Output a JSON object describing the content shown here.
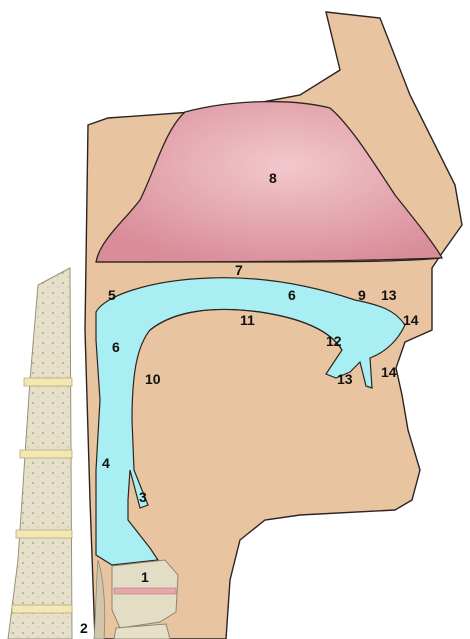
{
  "labels": {
    "l1": "1",
    "l2": "2",
    "l3": "3",
    "l4": "4",
    "l5": "5",
    "l6a": "6",
    "l6b": "6",
    "l7": "7",
    "l8": "8",
    "l9": "9",
    "l10": "10",
    "l11": "11",
    "l12": "12",
    "l13a": "13",
    "l13b": "13",
    "l14a": "14",
    "l14b": "14"
  },
  "colors": {
    "tissue": "#e9c4a1",
    "outline": "#2b2420",
    "nasal_cavity": "#e2a6b0",
    "airway": "#a8eef2",
    "spine": "#e3ddc6",
    "spine_dark": "#c2b99e",
    "disc": "#ead7a0",
    "cartilage_pink": "#e5a8ad"
  }
}
